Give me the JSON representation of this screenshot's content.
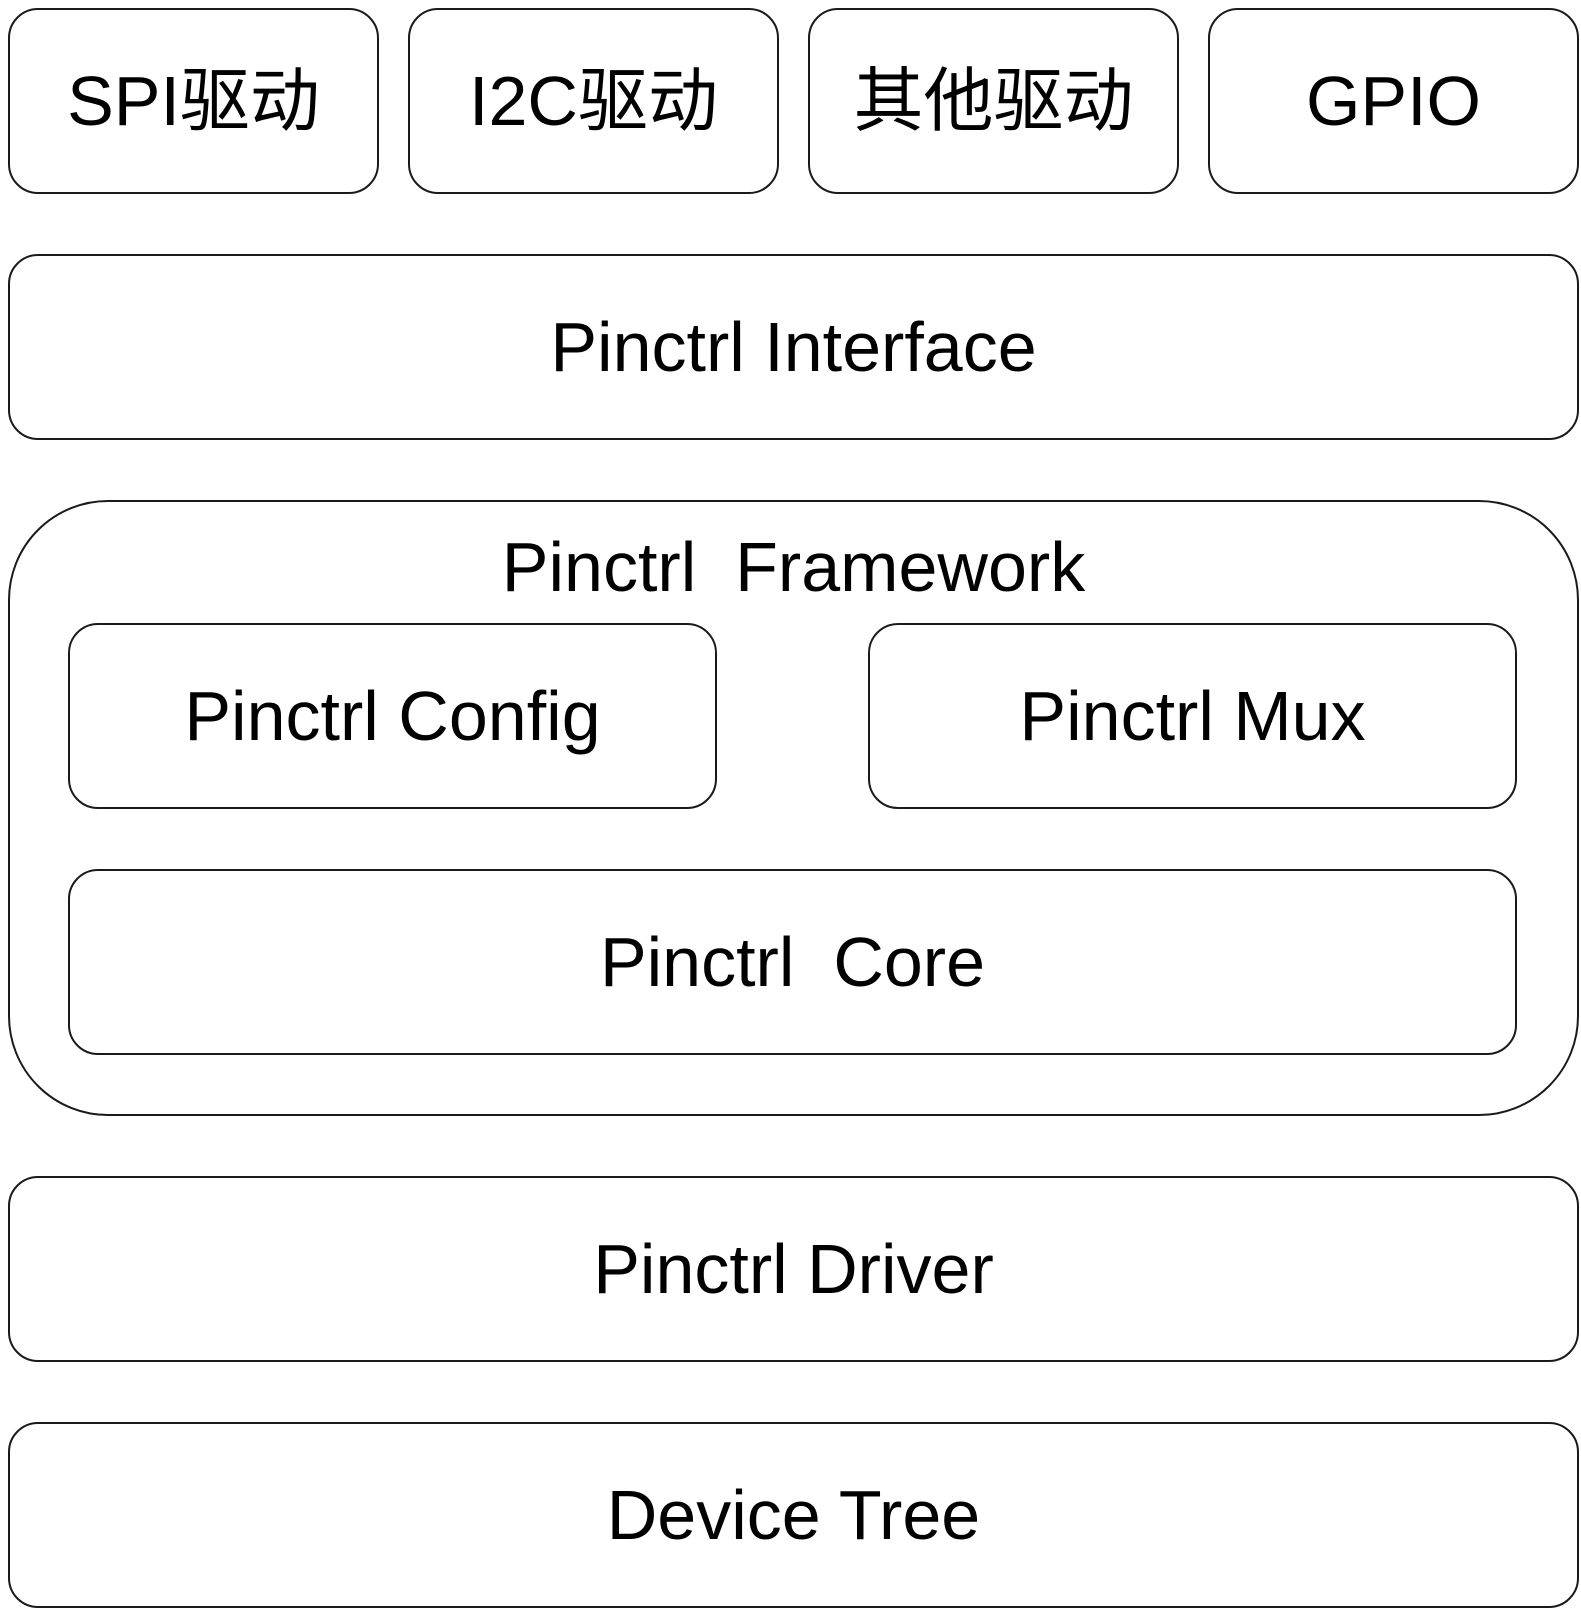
{
  "top_row": {
    "spi": "SPI驱动",
    "i2c": "I2C驱动",
    "other": "其他驱动",
    "gpio": "GPIO"
  },
  "interface": "Pinctrl Interface",
  "framework": {
    "title": "Pinctrl  Framework",
    "config": "Pinctrl Config",
    "mux": "Pinctrl Mux",
    "core": "Pinctrl  Core"
  },
  "driver": "Pinctrl Driver",
  "device_tree": "Device Tree",
  "colors": {
    "border": "#1a1a1a",
    "background": "#ffffff",
    "text": "#000000"
  }
}
